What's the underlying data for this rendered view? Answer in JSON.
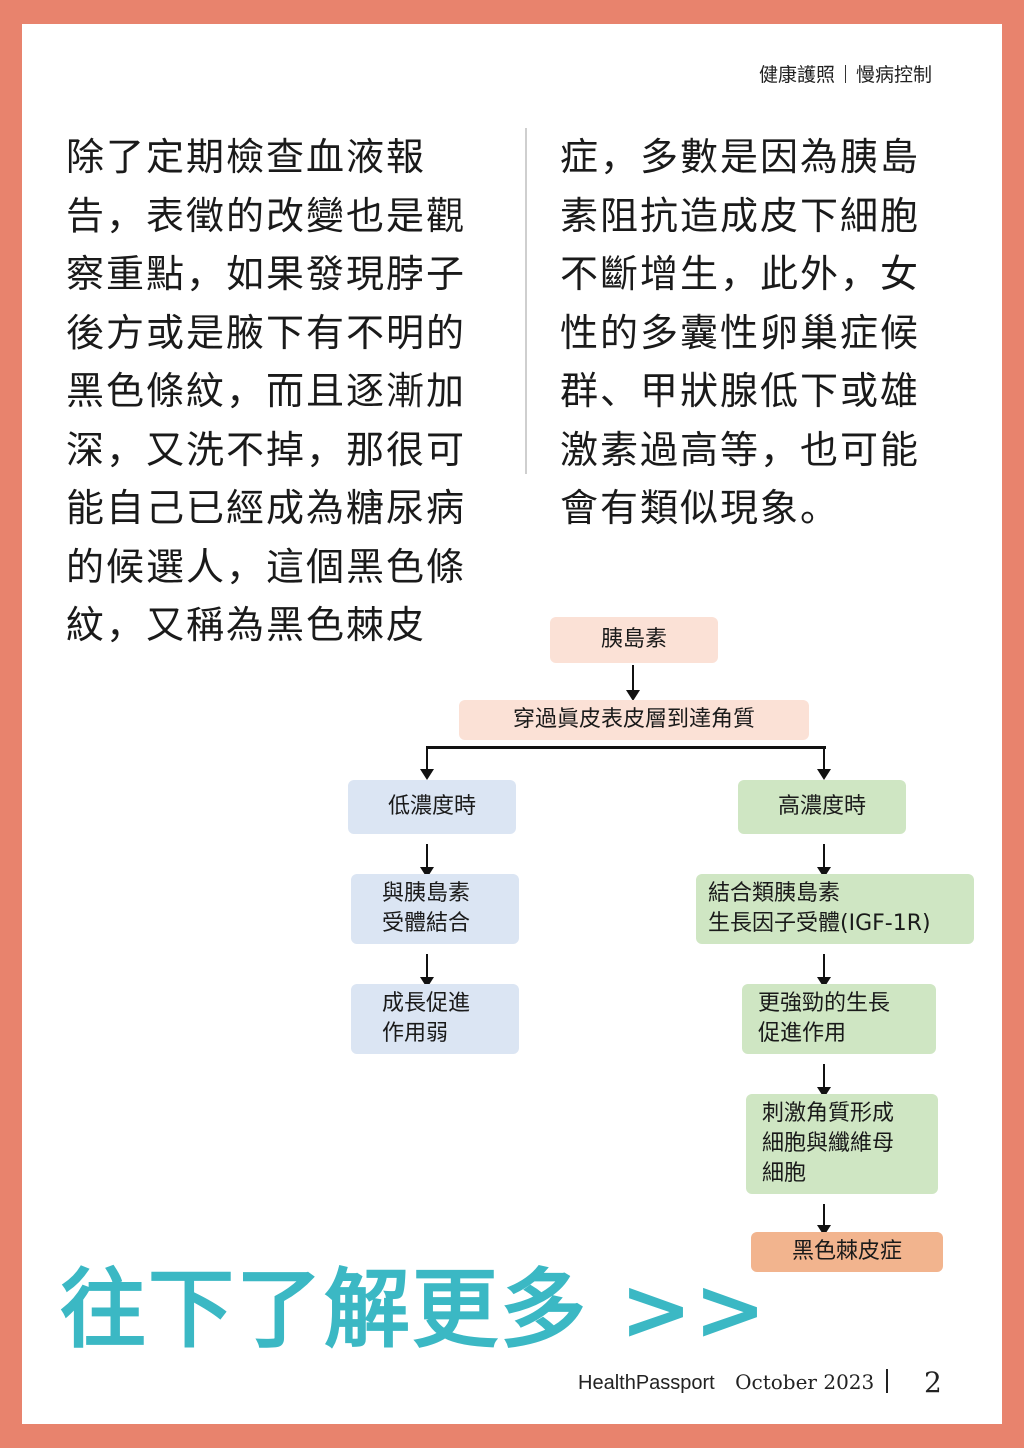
{
  "header": {
    "section": "健康護照",
    "topic": "慢病控制"
  },
  "body": {
    "left_column": "除了定期檢查血液報\n告，表徵的改變也是觀\n察重點，如果發現脖子\n後方或是腋下有不明的\n黑色條紋，而且逐漸加\n深，又洗不掉，那很可\n能自己已經成為糖尿病\n的候選人，這個黑色條\n紋，又稱為黑色棘皮",
    "right_column": "症，多數是因為胰島\n素阻抗造成皮下細胞\n不斷增生，此外，女\n性的多囊性卵巢症候\n群、甲狀腺低下或雄\n激素過高等，也可能\n會有類似現象。"
  },
  "flowchart": {
    "top": "胰島素",
    "step2": "穿過眞皮表皮層到達角質",
    "low": {
      "label": "低濃度時",
      "step1": "與胰島素\n受體結合",
      "step2": "成長促進\n作用弱"
    },
    "high": {
      "label": "高濃度時",
      "step1": "結合類胰島素\n生長因子受體(IGF-1R)",
      "step2": "更強勁的生長\n促進作用",
      "step3": "刺激角質形成\n細胞與纖維母\n細胞",
      "result": "黑色棘皮症"
    }
  },
  "cta": "往下了解更多 >>",
  "footer": {
    "brand": "HealthPassport",
    "issue": "October 2023",
    "page": "2"
  },
  "colors": {
    "frame": "#e8836d",
    "cta": "#3bb8c4",
    "pink": "#fbe1d6",
    "blue": "#dbe5f3",
    "green": "#cfe6c3",
    "orange": "#f2b48e"
  }
}
